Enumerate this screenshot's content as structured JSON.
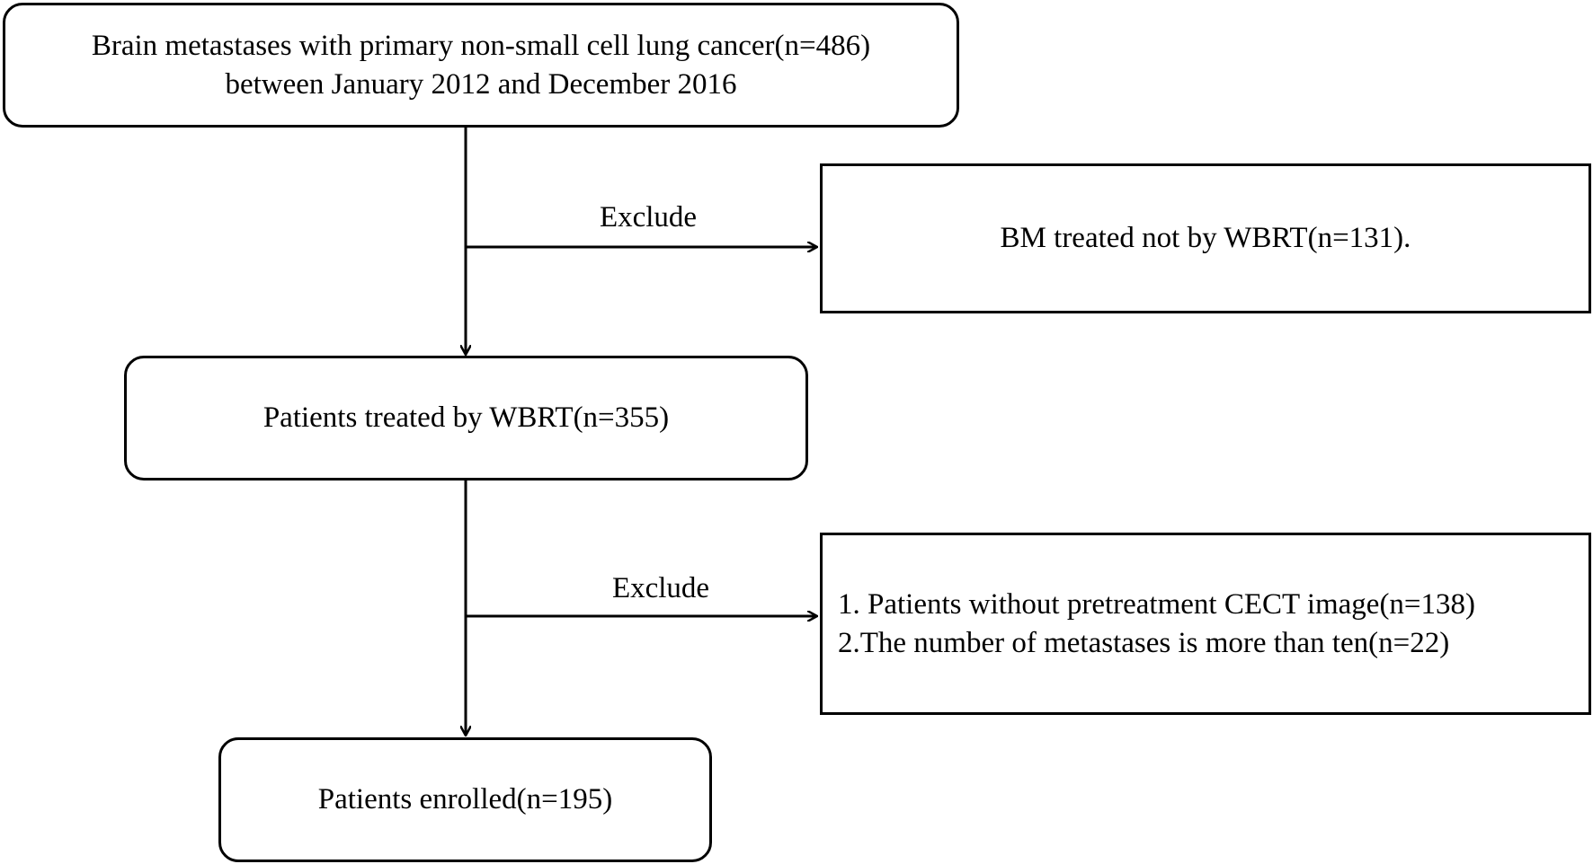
{
  "nodes": {
    "start": {
      "line1": "Brain metastases with primary non-small cell lung cancer(n=486)",
      "line2": "between January 2012 and December 2016"
    },
    "exclude1": {
      "text": "BM treated not by WBRT(n=131)."
    },
    "wbrt": {
      "text": "Patients treated by WBRT(n=355)"
    },
    "exclude2": {
      "line1": "1. Patients without pretreatment CECT image(n=138)",
      "line2": "2.The number of metastases is more than ten(n=22)"
    },
    "enrolled": {
      "text": "Patients enrolled(n=195)"
    }
  },
  "edges": {
    "exclude_label_1": "Exclude",
    "exclude_label_2": "Exclude"
  }
}
